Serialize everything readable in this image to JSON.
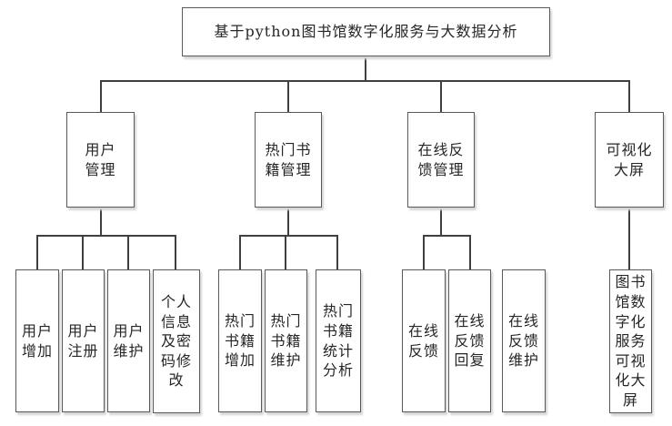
{
  "diagram": {
    "title": "基于python图书馆数字化服务与大数据分析",
    "accent_colors": {
      "box_border": "#595959",
      "connector": "#404040",
      "shadow": "#d6d6d6",
      "background": "#ffffff"
    },
    "branches": [
      {
        "label": "用户管理",
        "children": [
          "用户增加",
          "用户注册",
          "用户维护",
          "个人信息及密码修改"
        ]
      },
      {
        "label": "热门书籍管理",
        "children": [
          "热门书籍增加",
          "热门书籍维护",
          "热门书籍统计分析"
        ]
      },
      {
        "label": "在线反馈管理",
        "children": [
          "在线反馈",
          "在线反馈回复",
          "在线反馈维护"
        ]
      },
      {
        "label": "可视化大屏",
        "children": [
          "图书馆数字化服务可视化大屏"
        ]
      }
    ]
  }
}
